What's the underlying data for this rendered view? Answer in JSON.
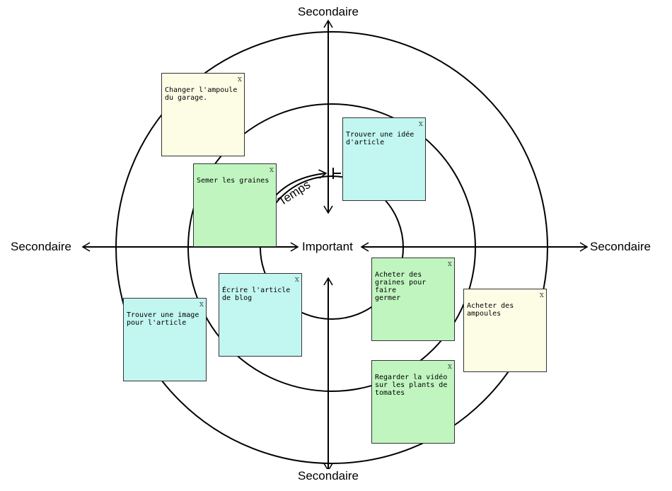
{
  "diagram": {
    "center_label": "Important",
    "time_label": "Temps",
    "axis_labels": {
      "top": "Secondaire",
      "bottom": "Secondaire",
      "left": "Secondaire",
      "right": "Secondaire"
    }
  },
  "notes": [
    {
      "text": "Changer l'ampoule\ndu garage.",
      "color": "#fdfde6",
      "close": "x"
    },
    {
      "text": "Trouver une idée\nd'article",
      "color": "#c2f6f1",
      "close": "x"
    },
    {
      "text": "Semer les graines",
      "color": "#c1f5c0",
      "close": "x"
    },
    {
      "text": "Écrire l'article\nde blog",
      "color": "#c2f6f1",
      "close": "x"
    },
    {
      "text": "Trouver une image\npour l'article",
      "color": "#c2f6f1",
      "close": "x"
    },
    {
      "text": "Acheter des\ngraines pour faire\ngermer",
      "color": "#c1f5c0",
      "close": "x"
    },
    {
      "text": "Acheter des\nampoules",
      "color": "#fdfde6",
      "close": "x"
    },
    {
      "text": "Regarder la vidéo\nsur les plants de\ntomates",
      "color": "#c1f5c0",
      "close": "x"
    }
  ]
}
